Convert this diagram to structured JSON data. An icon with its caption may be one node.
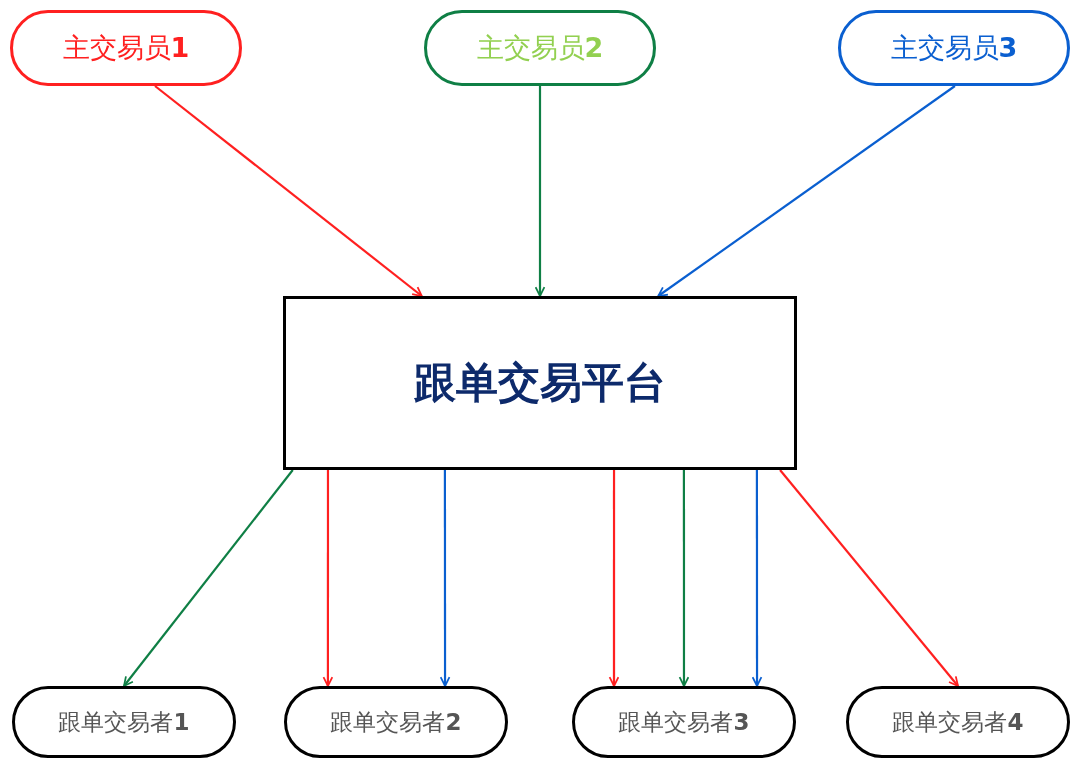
{
  "diagram": {
    "nodes": [
      {
        "text": [
          "主交易员**1**"
        ]
      },
      {
        "text": [
          "主交易员**2**"
        ]
      },
      {
        "text": [
          "主交易员**3**"
        ]
      },
      {
        "text": [
          "跟单交易平台"
        ]
      },
      {
        "text": [
          "跟单交易者**1**"
        ]
      },
      {
        "text": [
          "跟单交易者**2**"
        ]
      },
      {
        "text": [
          "跟单交易者**3**"
        ]
      },
      {
        "text": [
          "跟单交易者**4**"
        ]
      }
    ],
    "edges": [
      {
        "from": 0,
        "to": 3,
        "arrow": "to",
        "color": "#ff2020"
      },
      {
        "from": 1,
        "to": 3,
        "arrow": "to",
        "color": "#0f7f45"
      },
      {
        "from": 2,
        "to": 3,
        "arrow": "to",
        "color": "#0a5fd0"
      },
      {
        "from": 3,
        "to": 4,
        "arrow": "to",
        "color": "#0f7f45"
      },
      {
        "from": 3,
        "to": 5,
        "arrow": "to",
        "color": "#ff2020"
      },
      {
        "from": 3,
        "to": 5,
        "arrow": "to",
        "color": "#0a5fd0"
      },
      {
        "from": 3,
        "to": 6,
        "arrow": "to",
        "color": "#ff2020"
      },
      {
        "from": 3,
        "to": 6,
        "arrow": "to",
        "color": "#0f7f45"
      },
      {
        "from": 3,
        "to": 6,
        "arrow": "to",
        "color": "#0a5fd0"
      },
      {
        "from": 3,
        "to": 7,
        "arrow": "to",
        "color": "#ff2020"
      }
    ]
  }
}
